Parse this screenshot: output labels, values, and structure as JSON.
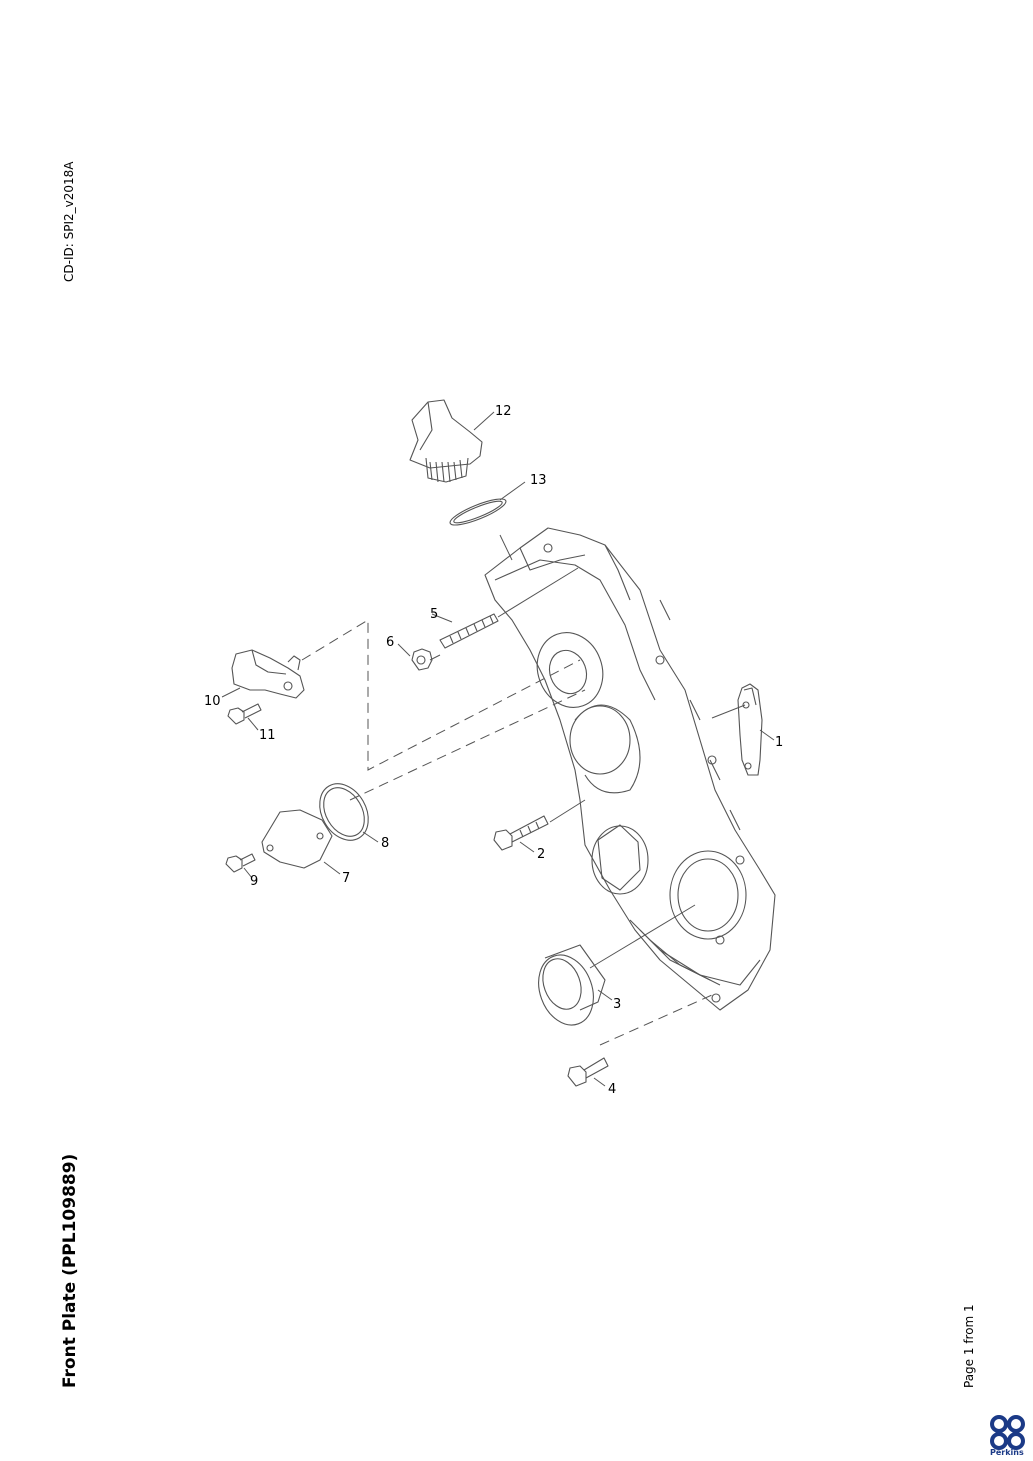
{
  "header": {
    "cd_id": "CD-ID: SPI2_v2018A"
  },
  "document": {
    "title": "Front Plate (PPL109889)"
  },
  "footer": {
    "page_info": "Page 1 from 1",
    "brand": "Perkins"
  },
  "callouts": [
    "1",
    "2",
    "3",
    "4",
    "5",
    "6",
    "7",
    "8",
    "9",
    "10",
    "11",
    "12",
    "13"
  ],
  "colors": {
    "line": "#555555",
    "brand": "#1b3a87"
  }
}
